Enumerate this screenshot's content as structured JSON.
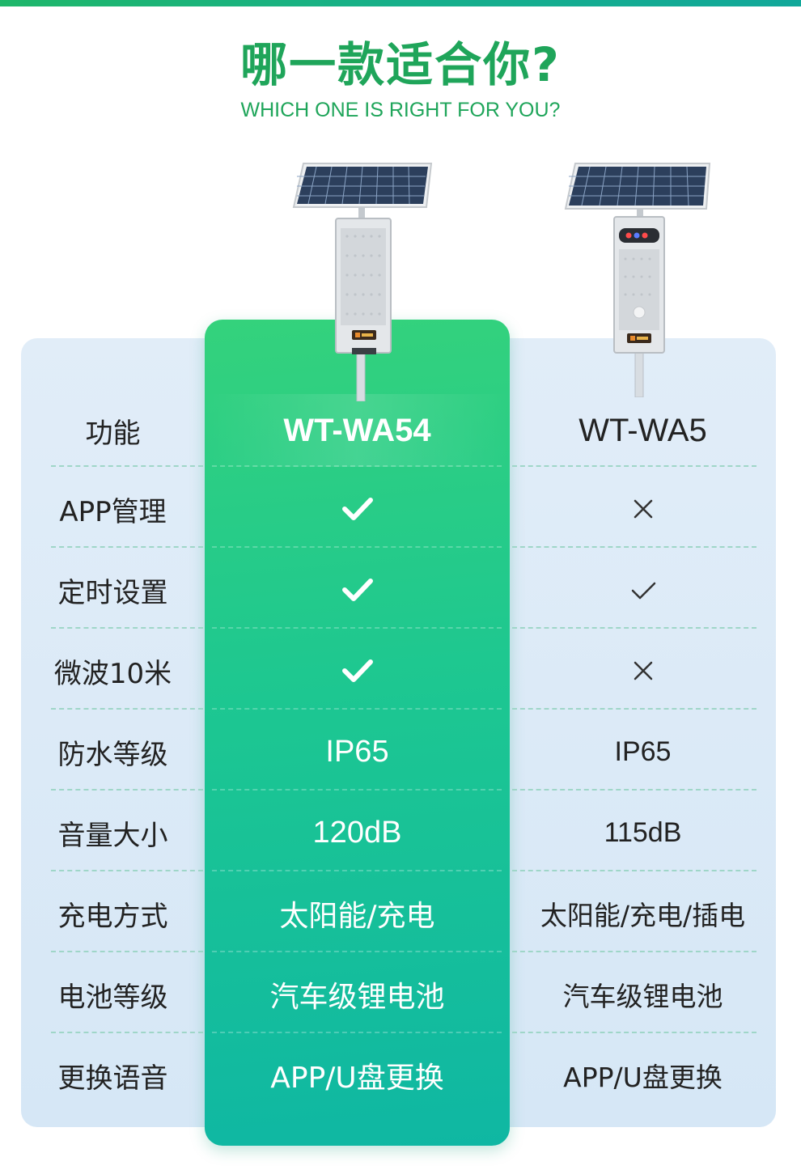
{
  "title": "哪一款适合你?",
  "subtitle": "WHICH ONE IS RIGHT FOR YOU?",
  "header": {
    "label": "功能",
    "model_a": "WT-WA54",
    "model_b": "WT-WA5"
  },
  "rows": [
    {
      "label": "APP管理",
      "a": {
        "type": "check"
      },
      "b": {
        "type": "cross"
      }
    },
    {
      "label": "定时设置",
      "a": {
        "type": "check"
      },
      "b": {
        "type": "check"
      }
    },
    {
      "label": "微波10米",
      "a": {
        "type": "check"
      },
      "b": {
        "type": "cross"
      }
    },
    {
      "label": "防水等级",
      "a": {
        "type": "text",
        "value": "IP65"
      },
      "b": {
        "type": "text",
        "value": "IP65"
      }
    },
    {
      "label": "音量大小",
      "a": {
        "type": "text",
        "value": "120dB"
      },
      "b": {
        "type": "text",
        "value": "115dB"
      }
    },
    {
      "label": "充电方式",
      "a": {
        "type": "text",
        "value": "太阳能/充电"
      },
      "b": {
        "type": "text",
        "value": "太阳能/充电/插电"
      }
    },
    {
      "label": "电池等级",
      "a": {
        "type": "text",
        "value": "汽车级锂电池"
      },
      "b": {
        "type": "text",
        "value": "汽车级锂电池"
      }
    },
    {
      "label": "更换语音",
      "a": {
        "type": "text",
        "value": "APP/U盘更换"
      },
      "b": {
        "type": "text",
        "value": "APP/U盘更换"
      }
    }
  ],
  "colors": {
    "brand_green": "#1fa55a",
    "highlight_top": "#34d27c",
    "highlight_bottom": "#0fb7a3",
    "panel": "#dceaf7"
  },
  "icons": {
    "check": "check-icon",
    "cross": "cross-icon"
  }
}
